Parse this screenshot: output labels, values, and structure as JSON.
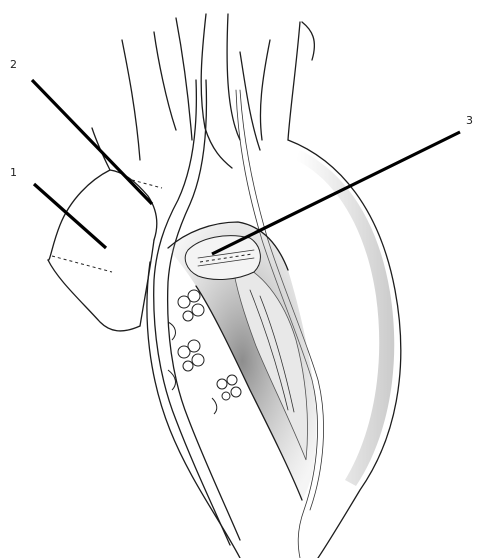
{
  "labels": {
    "label_1": "1",
    "label_2": "2",
    "label_3": "3"
  },
  "colors": {
    "ink": "#1d1d1d",
    "shade": "#8a8a8a",
    "background": "#ffffff"
  }
}
